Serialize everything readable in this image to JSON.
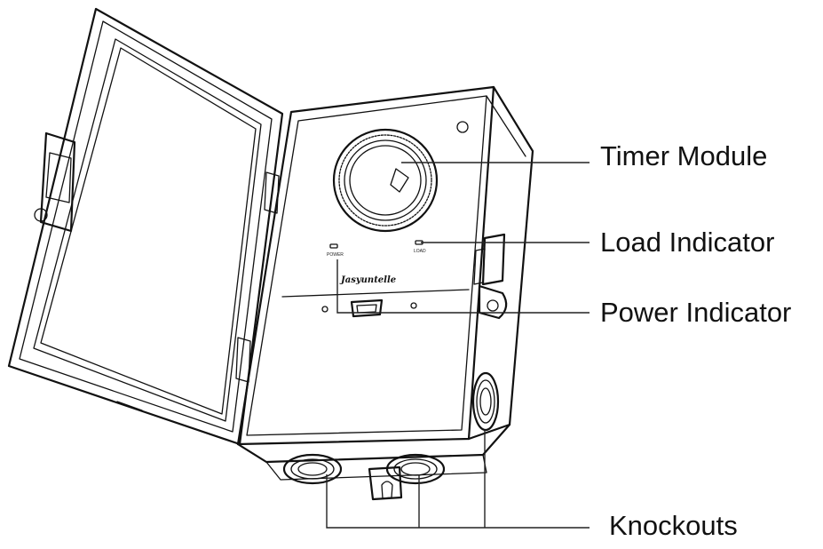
{
  "callouts": {
    "timer_module": "Timer Module",
    "load_indicator": "Load Indicator",
    "power_indicator": "Power Indicator",
    "knockouts": "Knockouts"
  },
  "panel_text": {
    "power": "POWER",
    "load": "LOAD",
    "brand": "Jasyuntelle"
  },
  "colors": {
    "line": "#111111",
    "background": "#ffffff"
  }
}
